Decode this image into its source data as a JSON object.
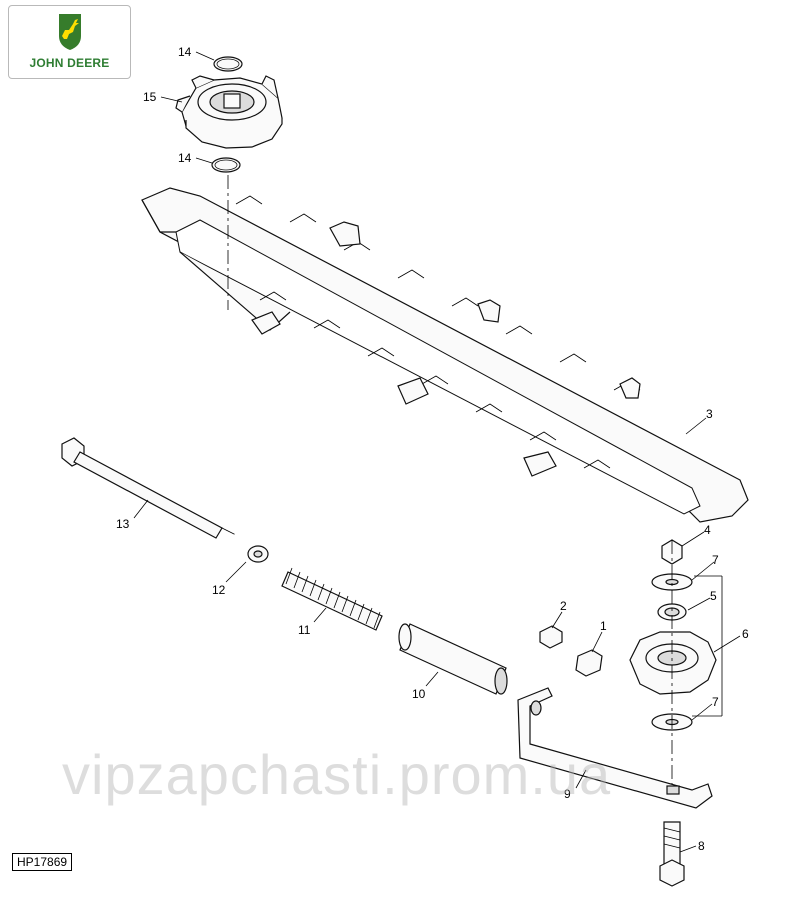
{
  "brand": {
    "name": "JOHN DEERE",
    "logo_color": "#367c2b",
    "deer_color": "#ffde00"
  },
  "figure_ref": "HP17869",
  "watermark": "vipzapchasti.prom.ua",
  "callouts": [
    "1",
    "2",
    "3",
    "4",
    "5",
    "6",
    "7",
    "7",
    "8",
    "9",
    "10",
    "11",
    "12",
    "13",
    "14",
    "14",
    "15"
  ]
}
